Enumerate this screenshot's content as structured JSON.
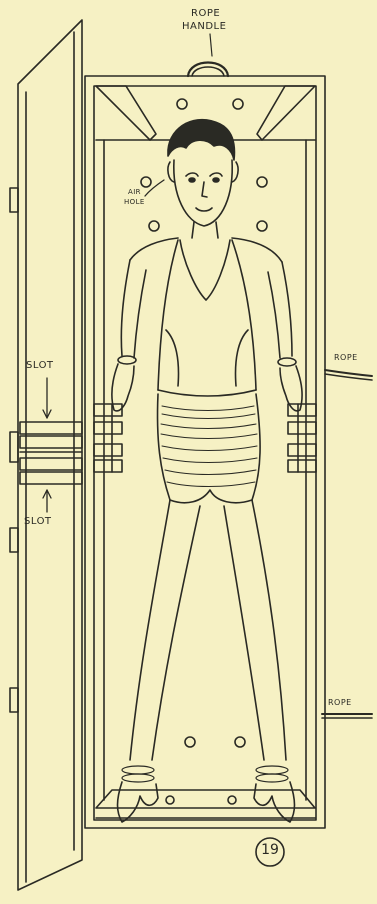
{
  "labels": {
    "rope_handle_line1": "ROPE",
    "rope_handle_line2": "HANDLE",
    "air_hole_line1": "AIR",
    "air_hole_line2": "HOLE",
    "rope_upper": "ROPE",
    "rope_lower": "ROPE",
    "slot_upper": "SLOT",
    "slot_lower": "SLOT"
  },
  "page_number": "19",
  "colors": {
    "paper": "#f6f1c4",
    "ink": "#2a2a24"
  }
}
